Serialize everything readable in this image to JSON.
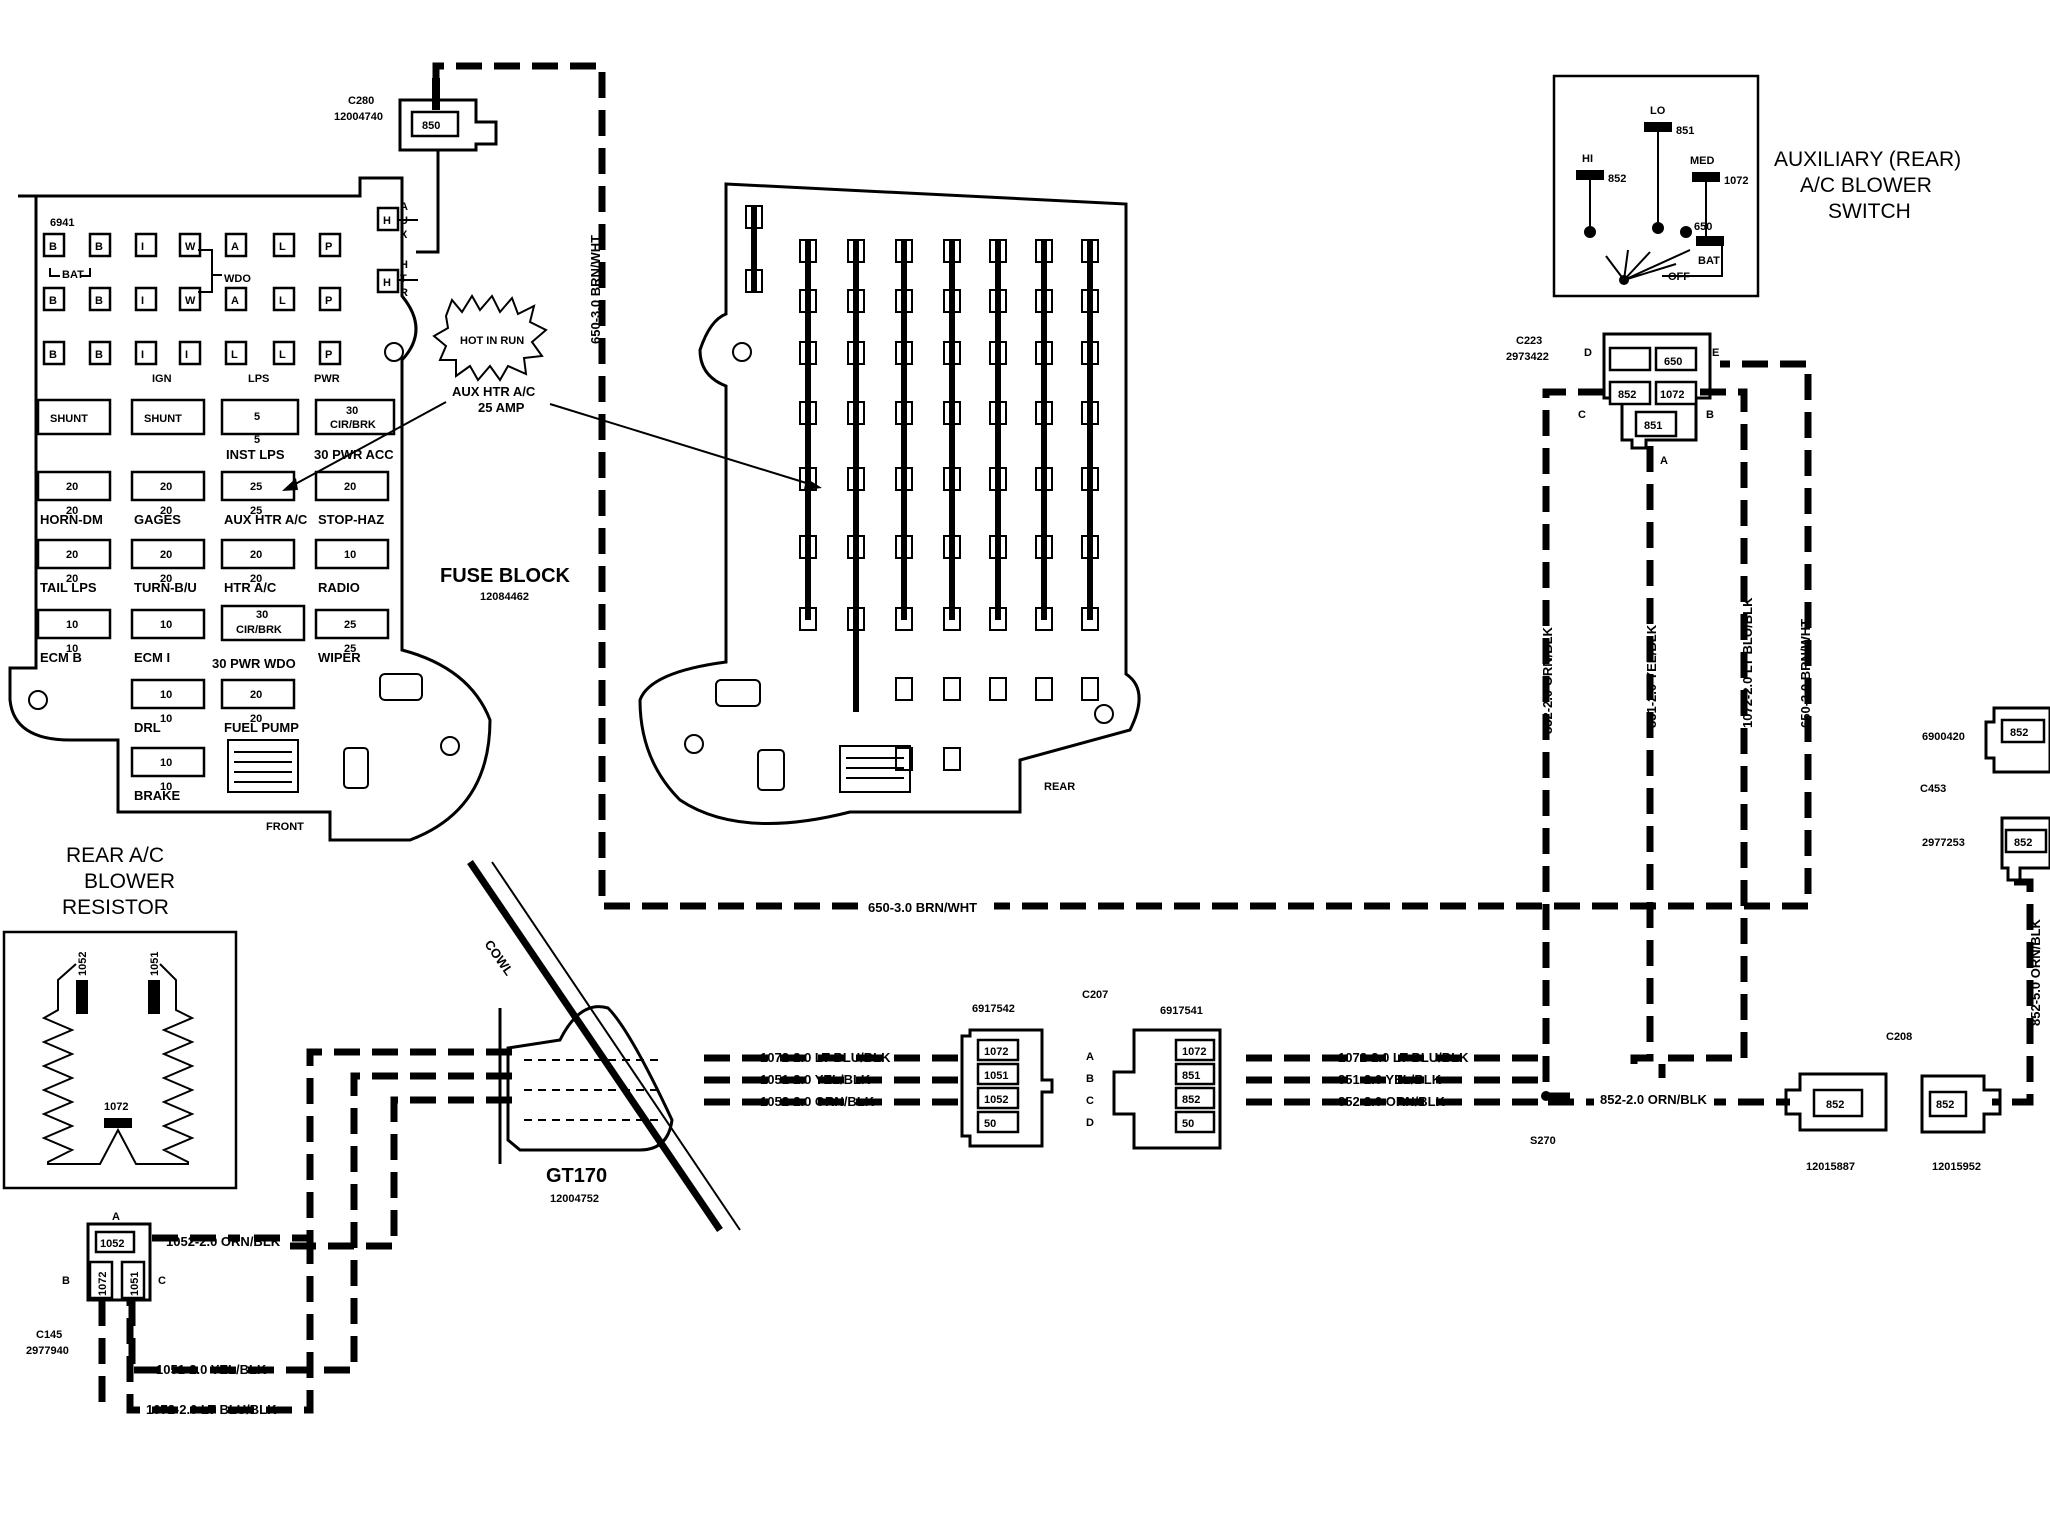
{
  "front_fuse_block": {
    "id": "6941",
    "row1": [
      "B",
      "B",
      "I",
      "W",
      "A",
      "L",
      "P"
    ],
    "row2": [
      "B",
      "B",
      "I",
      "W",
      "A",
      "L",
      "P"
    ],
    "row3": [
      "B",
      "B",
      "I",
      "I",
      "L",
      "L",
      "P"
    ],
    "bat": "BAT",
    "wdo": "WDO",
    "ign": "IGN",
    "lps": "LPS",
    "pwr": "PWR",
    "aux_letters": [
      "A",
      "U",
      "X"
    ],
    "htr_letters": [
      "H",
      "T",
      "R"
    ],
    "h_top": "H",
    "h_bottom": "H",
    "shunt1": "SHUNT",
    "shunt2": "SHUNT",
    "fuse_5": "5",
    "fuse_5b": "5",
    "inst_lps": "INST LPS",
    "cb30_top": "30",
    "cb30_label": "CIR/BRK",
    "pwr_acc": "30 PWR ACC",
    "fuses": [
      {
        "top": "20",
        "bottom": "20",
        "label": "HORN-DM"
      },
      {
        "top": "20",
        "bottom": "20",
        "label": "GAGES"
      },
      {
        "top": "25",
        "bottom": "25",
        "label": "AUX HTR A/C"
      },
      {
        "top": "20",
        "bottom": "",
        "label": "STOP-HAZ"
      },
      {
        "top": "20",
        "bottom": "20",
        "label": "TAIL LPS"
      },
      {
        "top": "20",
        "bottom": "20",
        "label": "TURN-B/U"
      },
      {
        "top": "20",
        "bottom": "20",
        "label": "HTR A/C"
      },
      {
        "top": "10",
        "bottom": "",
        "label": "RADIO"
      },
      {
        "top": "10",
        "bottom": "10",
        "label": "ECM B"
      },
      {
        "top": "10",
        "bottom": "",
        "label": "ECM I"
      },
      {
        "top": "25",
        "bottom": "25",
        "label": "WIPER"
      },
      {
        "top": "10",
        "bottom": "10",
        "label": "DRL"
      },
      {
        "top": "20",
        "bottom": "20",
        "label": "FUEL PUMP"
      },
      {
        "top": "10",
        "bottom": "10",
        "label": "BRAKE"
      }
    ],
    "cb_mid_top": "30",
    "cb_mid_label": "CIR/BRK",
    "pwr_wdo": "30 PWR WDO",
    "front": "FRONT"
  },
  "callout": {
    "hot": "HOT IN RUN",
    "line1": "AUX HTR A/C",
    "line2": "25 AMP"
  },
  "fuse_block_title": "FUSE BLOCK",
  "fuse_block_part": "12084462",
  "rear_label": "REAR",
  "c280": {
    "id": "C280",
    "part": "12004740",
    "pin": "850"
  },
  "wire_650_vert": "650-3.0 BRN/WHT",
  "wire_650_horiz": "650-3.0 BRN/WHT",
  "switch": {
    "title1": "AUXILIARY (REAR)",
    "title2": "A/C BLOWER",
    "title3": "SWITCH",
    "lo": "LO",
    "hi": "HI",
    "med": "MED",
    "bat": "BAT",
    "off": "OFF",
    "p851": "851",
    "p852": "852",
    "p1072": "1072",
    "p650": "650"
  },
  "c223": {
    "id": "C223",
    "part": "2973422",
    "d": "D",
    "e": "E",
    "c": "C",
    "b": "B",
    "a": "A",
    "p650": "650",
    "p852": "852",
    "p1072": "1072",
    "p851": "851"
  },
  "vert_wires": [
    "852-2.0 ORN/BLK",
    "851-2.0 YEL/BLK",
    "1072-2.0 LT BLU/BLK",
    "650-3.0 BRN/WHT"
  ],
  "resistor": {
    "title1": "REAR A/C",
    "title2": "BLOWER",
    "title3": "RESISTOR",
    "p1052": "1052",
    "p1051": "1051",
    "p1072": "1072"
  },
  "cowl": "COWL",
  "gt170": {
    "id": "GT170",
    "part": "12004752"
  },
  "mid_wires": [
    "1072-2.0 LT BLU/BLK",
    "1051-2.0 YEL/BLK",
    "1052-2.0 ORN/BLK"
  ],
  "c207": {
    "id": "C207",
    "left_part": "6917542",
    "right_part": "6917541",
    "left_pins": [
      "1072",
      "1051",
      "1052",
      "50"
    ],
    "right_pins": [
      "1072",
      "851",
      "852",
      "50"
    ],
    "rows": [
      "A",
      "B",
      "C",
      "D"
    ]
  },
  "right_wires": [
    "1072-2.0 LT BLU/BLK",
    "851-2.0 YEL/BLK",
    "852-2.0 ORN/BLK"
  ],
  "s270": "S270",
  "wire_852": "852-2.0 ORN/BLK",
  "c208": {
    "id": "C208",
    "left_part": "12015887",
    "right_part": "12015952",
    "pin": "852"
  },
  "c453": {
    "id": "C453",
    "top_part": "6900420",
    "bottom_part": "2977253",
    "pin": "852"
  },
  "wire_852_5": "852-5.0 ORN/BLK",
  "c145": {
    "id": "C145",
    "part": "2977940",
    "a": "A",
    "b": "B",
    "c": "C",
    "p1052": "1052",
    "p1072": "1072",
    "p1051": "1051"
  },
  "c145_wires": [
    "1052-2.0 ORN/BLK",
    "1051-2.0 YEL/BLK",
    "1072-2.0 LT BLU/BLK"
  ]
}
